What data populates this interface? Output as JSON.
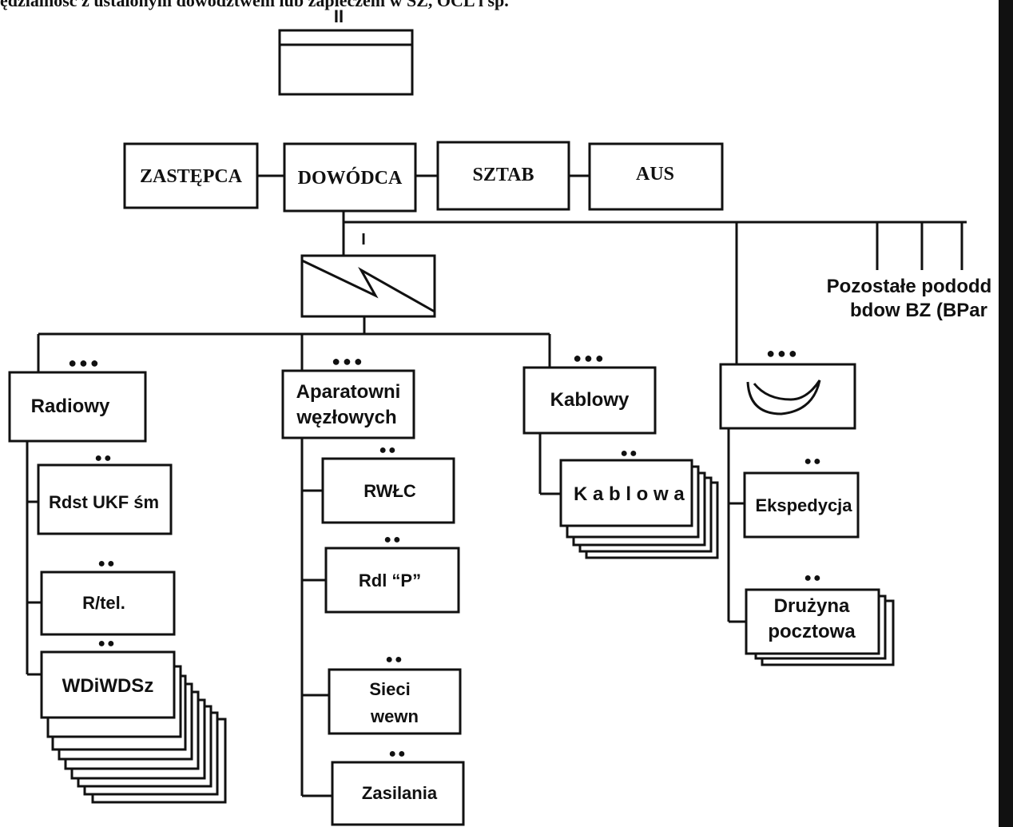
{
  "header_text": "ędzialność z ustalonym dowództwem lub zapleczem w SZ, OCL i sp.",
  "top_unit": {
    "size_mark": "II"
  },
  "command_row": {
    "deputy": "ZASTĘPCA",
    "commander": "DOWÓDCA",
    "staff": "SZTAB",
    "aus": "AUS"
  },
  "signal_battalion": {
    "size_mark": "I"
  },
  "other_units": {
    "line1": "Pozostałe pododd",
    "line2": "bdow BZ (BPar"
  },
  "platoon_mark": "●●●",
  "squad_mark": "●●",
  "platoons": {
    "radio": "Radiowy",
    "nodes_line1": "Aparatowni",
    "nodes_line2": "węzłowych",
    "cable": "Kablowy"
  },
  "squads": {
    "rdst": "Rdst UKF śm",
    "rtel": "R/tel.",
    "wdiwdsz": "WDiWDSz",
    "rwlc": "RWŁC",
    "rdl": "Rdl “P”",
    "sieci_line1": "Sieci",
    "sieci_line2": "wewn",
    "zasilania": "Zasilania",
    "kablowa": "K a b l o w a",
    "ekspedycja": "Ekspedycja",
    "druzyna_line1": "Drużyna",
    "druzyna_line2": "pocztowa"
  },
  "colors": {
    "ink": "#111111",
    "background": "#ffffff"
  }
}
